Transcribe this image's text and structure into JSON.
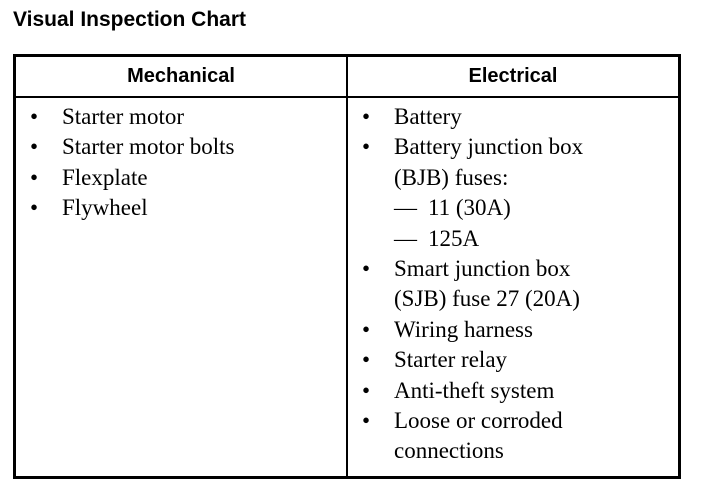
{
  "page": {
    "title": "Visual Inspection Chart",
    "background_color": "#ffffff",
    "text_color": "#000000",
    "border_color": "#000000"
  },
  "table": {
    "columns": [
      {
        "key": "mechanical",
        "header": "Mechanical",
        "items": [
          {
            "bullet": "•",
            "text": "Starter motor",
            "sub_items": []
          },
          {
            "bullet": "•",
            "text": "Starter motor bolts",
            "sub_items": []
          },
          {
            "bullet": "•",
            "text": "Flexplate",
            "sub_items": []
          },
          {
            "bullet": "•",
            "text": "Flywheel",
            "sub_items": []
          }
        ]
      },
      {
        "key": "electrical",
        "header": "Electrical",
        "items": [
          {
            "bullet": "•",
            "text": "Battery",
            "sub_items": []
          },
          {
            "bullet": "•",
            "text": "Battery junction box\n(BJB) fuses:",
            "sub_items": [
              {
                "dash": "—",
                "text": "11 (30A)"
              },
              {
                "dash": "—",
                "text": "125A"
              }
            ]
          },
          {
            "bullet": "•",
            "text": "Smart junction box\n(SJB) fuse 27 (20A)",
            "sub_items": []
          },
          {
            "bullet": "•",
            "text": "Wiring harness",
            "sub_items": []
          },
          {
            "bullet": "•",
            "text": "Starter relay",
            "sub_items": []
          },
          {
            "bullet": "•",
            "text": "Anti-theft system",
            "sub_items": []
          },
          {
            "bullet": "•",
            "text": "Loose or corroded\nconnections",
            "sub_items": []
          }
        ]
      }
    ]
  }
}
